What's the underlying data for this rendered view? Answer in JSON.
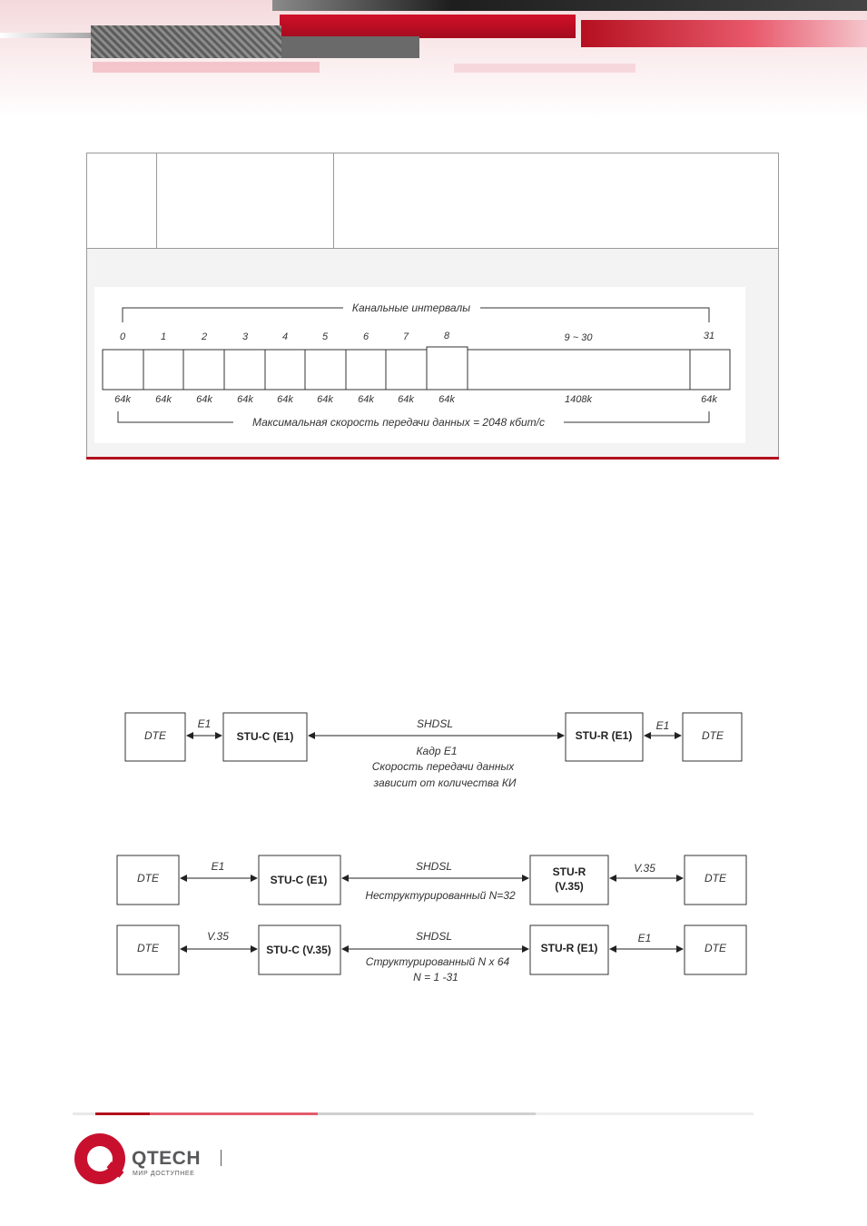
{
  "frame_figure": {
    "top_label": "Канальные интервалы",
    "slot_numbers": [
      "0",
      "1",
      "2",
      "3",
      "4",
      "5",
      "6",
      "7",
      "8",
      "9 ~ 30",
      "31"
    ],
    "slot_rates": [
      "64k",
      "64k",
      "64k",
      "64k",
      "64k",
      "64k",
      "64k",
      "64k",
      "64k",
      "1408k",
      "64k"
    ],
    "bottom_label": "Максимальная скорость передачи данных = 2048 кбит/с"
  },
  "diagram1": {
    "dte_left": "DTE",
    "link_left": "E1",
    "stu_c": "STU-C (E1)",
    "shdsl": "SHDSL",
    "stu_r": "STU-R (E1)",
    "link_right": "E1",
    "dte_right": "DTE",
    "note_line1": "Кадр E1",
    "note_line2": "Скорость передачи данных",
    "note_line3": "зависит от количества КИ"
  },
  "diagram2": {
    "dte_left": "DTE",
    "link_left": "E1",
    "stu_c": "STU-C (E1)",
    "shdsl": "SHDSL",
    "stu_r_line1": "STU-R",
    "stu_r_line2": "(V.35)",
    "link_right": "V.35",
    "dte_right": "DTE",
    "note": "Неструктурированный N=32"
  },
  "diagram3": {
    "dte_left": "DTE",
    "link_left": "V.35",
    "stu_c": "STU-C (V.35)",
    "shdsl": "SHDSL",
    "stu_r": "STU-R (E1)",
    "link_right": "E1",
    "dte_right": "DTE",
    "note_line1": "Структурированный N x 64",
    "note_line2": "N = 1 -31"
  },
  "footer": {
    "brand": "QTECH",
    "tagline": "МИР ДОСТУПНЕЕ"
  },
  "colors": {
    "brand_red": "#c8102e",
    "accent_red": "#b3101e"
  }
}
